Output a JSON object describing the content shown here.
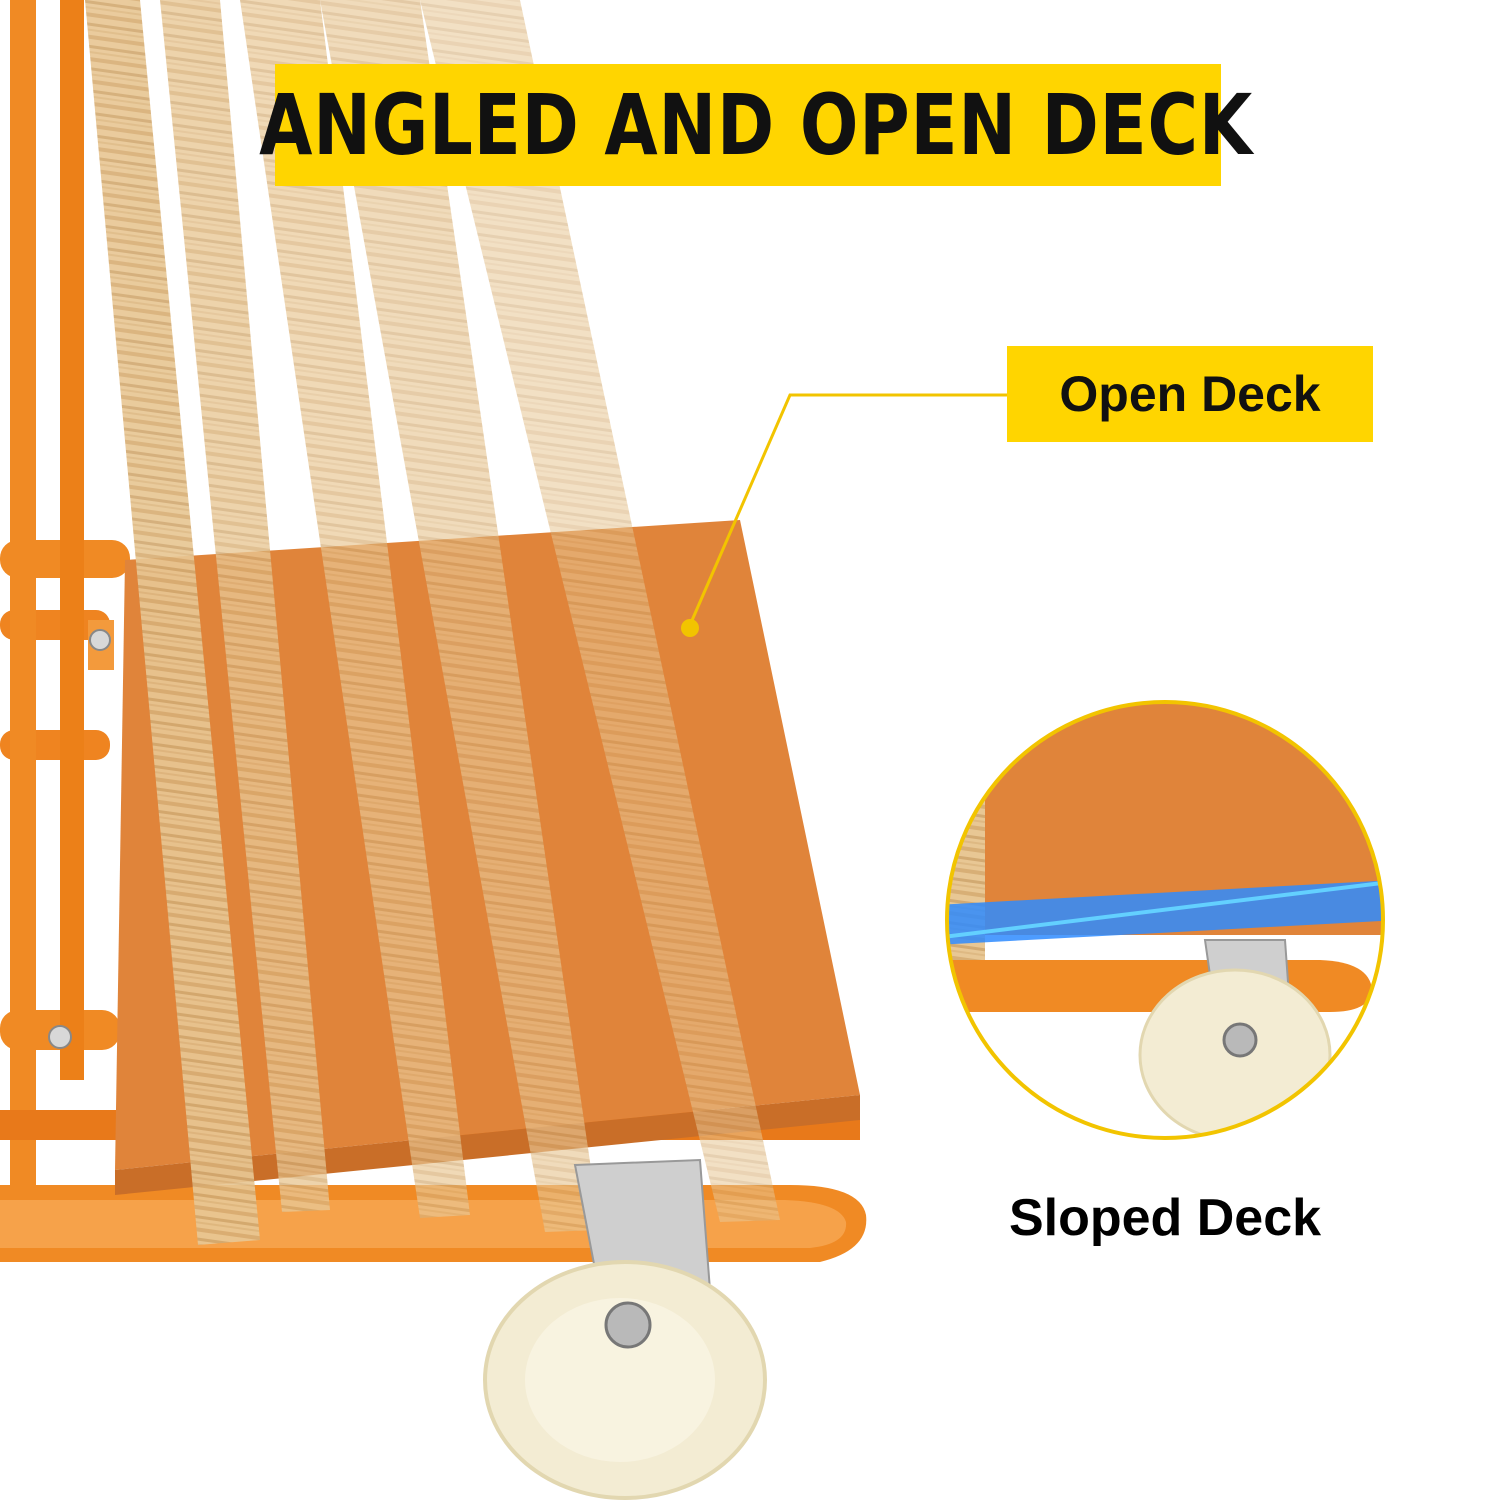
{
  "banner": {
    "text": "ANGLED AND OPEN DECK",
    "bg_color": "#ffd500"
  },
  "callout_open": {
    "label": "Open Deck",
    "bg_color": "#ffd500",
    "line_color": "#f2c400"
  },
  "callout_sloped": {
    "label": "Sloped Deck"
  },
  "colors": {
    "frame": "#f08a24",
    "deck": "#e0843a",
    "wood": "#e6c593",
    "wheel": "#f3ecd3",
    "arrow": "#1e90ff"
  }
}
